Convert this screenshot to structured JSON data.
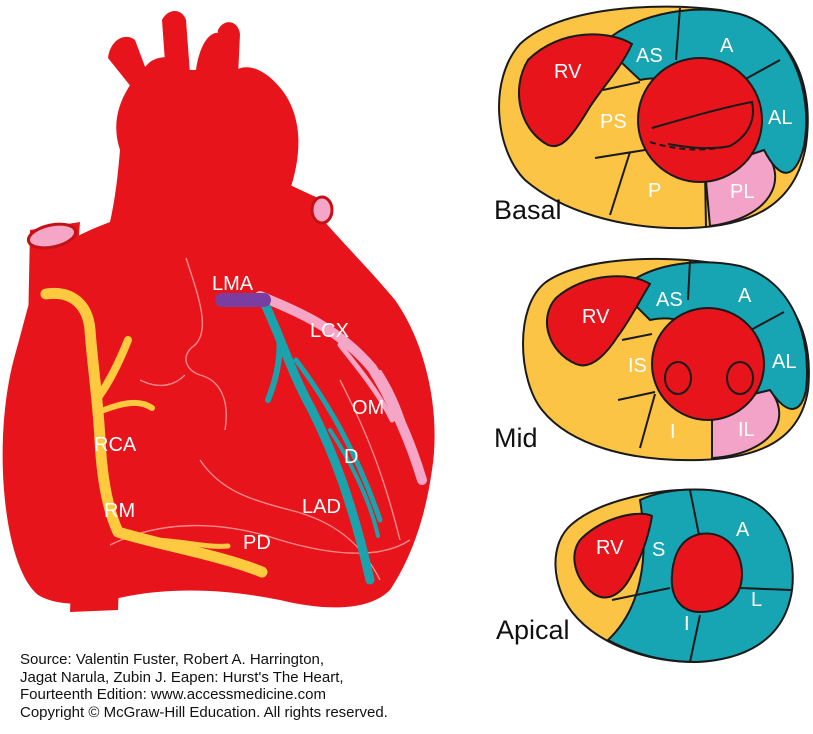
{
  "colors": {
    "myocardium": "#e8141b",
    "rca": "#ffc940",
    "lad": "#1aa3ad",
    "lcx": "#f5a6c6",
    "lma": "#7a3ea0",
    "wall_blue": "#17a5b3",
    "wall_yellow": "#fcc445",
    "wall_pink": "#f4a3c8",
    "outline": "#1a1a1a"
  },
  "heart": {
    "labels": {
      "lma": "LMA",
      "lcx": "LCX",
      "om": "OM",
      "d": "D",
      "rca": "RCA",
      "rm": "RM",
      "lad": "LAD",
      "pd": "PD"
    }
  },
  "basal": {
    "title": "Basal",
    "segments": {
      "rv": "RV",
      "as": "AS",
      "a": "A",
      "al": "AL",
      "ps": "PS",
      "p": "P",
      "pl": "PL"
    }
  },
  "mid": {
    "title": "Mid",
    "segments": {
      "rv": "RV",
      "as": "AS",
      "a": "A",
      "al": "AL",
      "is": "IS",
      "i": "I",
      "il": "IL"
    }
  },
  "apical": {
    "title": "Apical",
    "segments": {
      "rv": "RV",
      "s": "S",
      "a": "A",
      "l": "L",
      "i": "I"
    }
  },
  "source": {
    "line1": "Source: Valentin Fuster, Robert A. Harrington,",
    "line2": "Jagat Narula, Zubin J. Eapen: Hurst's The Heart,",
    "line3": "Fourteenth Edition: www.accessmedicine.com",
    "line4": "Copyright © McGraw-Hill Education. All rights reserved."
  }
}
